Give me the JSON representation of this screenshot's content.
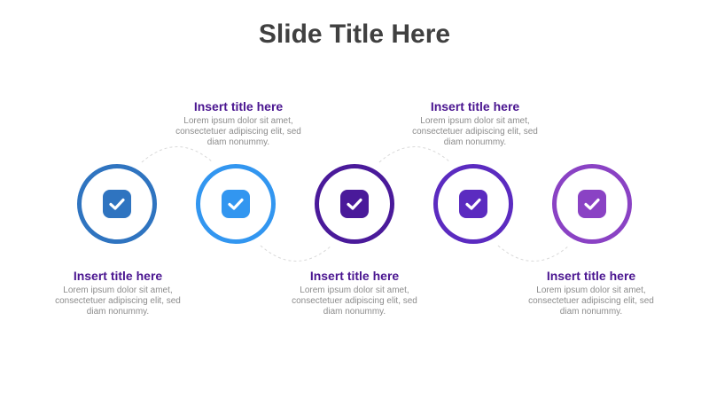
{
  "slide": {
    "title": "Slide Title Here"
  },
  "colors": {
    "title": "#404040",
    "label_title": "#4a1590",
    "label_body": "#8c8c8c",
    "connector": "#d9d9d9"
  },
  "steps": [
    {
      "color": "#2f74c0",
      "icon": "checkmark-icon",
      "title": "Insert title here",
      "body": "Lorem ipsum dolor sit amet, consectetuer adipiscing elit, sed diam nonummy."
    },
    {
      "color": "#3296f0",
      "icon": "checkmark-icon",
      "title": "Insert title here",
      "body": "Lorem ipsum dolor sit amet, consectetuer adipiscing elit, sed diam nonummy."
    },
    {
      "color": "#4a1a9a",
      "icon": "checkmark-icon",
      "title": "Insert title here",
      "body": "Lorem ipsum dolor sit amet, consectetuer adipiscing elit, sed diam nonummy."
    },
    {
      "color": "#5b2bc0",
      "icon": "checkmark-icon",
      "title": "Insert title here",
      "body": "Lorem ipsum dolor sit amet, consectetuer adipiscing elit, sed diam nonummy."
    },
    {
      "color": "#8a42c4",
      "icon": "checkmark-icon",
      "title": "Insert title here",
      "body": "Lorem ipsum dolor sit amet, consectetuer adipiscing elit, sed diam nonummy."
    }
  ]
}
